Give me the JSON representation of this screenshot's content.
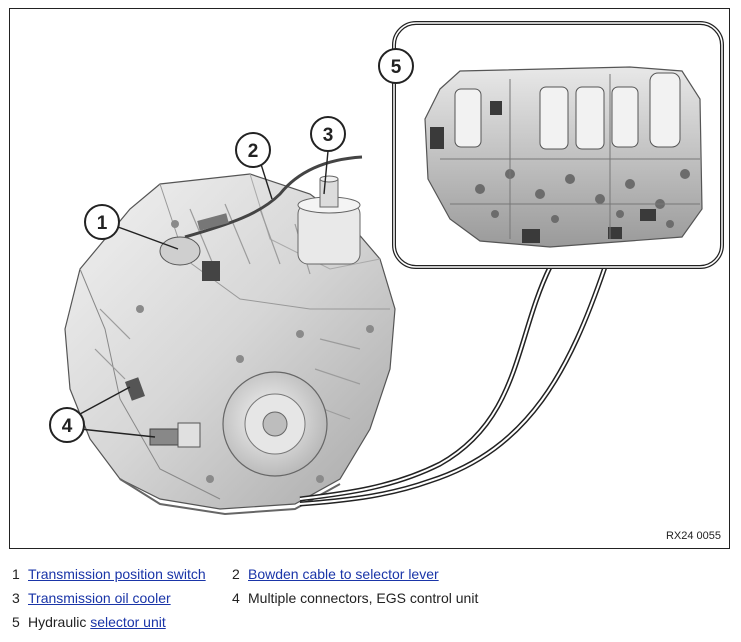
{
  "figure": {
    "code": "RX24 0055",
    "callouts": [
      "1",
      "2",
      "3",
      "4",
      "5"
    ]
  },
  "legend": {
    "items": [
      {
        "num": "1",
        "prefix": "",
        "link": "Transmission position switch",
        "suffix": ""
      },
      {
        "num": "2",
        "prefix": "",
        "link": "Bowden cable to selector lever",
        "suffix": ""
      },
      {
        "num": "3",
        "prefix": "",
        "link": "Transmission oil cooler",
        "suffix": ""
      },
      {
        "num": "4",
        "prefix": "Multiple connectors, EGS control unit",
        "link": "",
        "suffix": ""
      },
      {
        "num": "5",
        "prefix": "Hydraulic ",
        "link": "selector unit",
        "suffix": ""
      }
    ]
  },
  "colors": {
    "link": "#1a35a8",
    "casing": "#d9d9d9",
    "outline": "#222222"
  }
}
